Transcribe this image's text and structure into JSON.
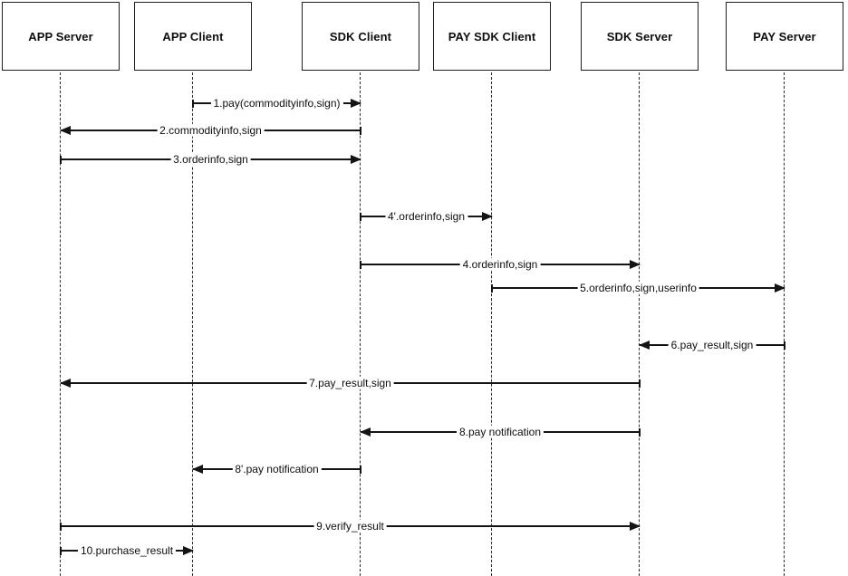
{
  "diagram": {
    "kind": "sequence-diagram",
    "colors": {
      "background": "#ffffff",
      "line": "#141414",
      "text": "#0e0e0e"
    }
  },
  "participants": [
    {
      "name": "APP Server"
    },
    {
      "name": "APP Client"
    },
    {
      "name": "SDK Client"
    },
    {
      "name": "PAY SDK Client"
    },
    {
      "name": "SDK Server"
    },
    {
      "name": "PAY Server"
    }
  ],
  "messages": [
    {
      "label": "1.pay(commodityinfo,sign)",
      "from": "APP Client",
      "to": "SDK Client",
      "direction": "right"
    },
    {
      "label": "2.commodityinfo,sign",
      "from": "SDK Client",
      "to": "APP Server",
      "direction": "left"
    },
    {
      "label": "3.orderinfo,sign",
      "from": "APP Server",
      "to": "SDK Client",
      "direction": "right"
    },
    {
      "label": "4'.orderinfo,sign",
      "from": "SDK Client",
      "to": "PAY SDK Client",
      "direction": "right"
    },
    {
      "label": "4.orderinfo,sign",
      "from": "SDK Client",
      "to": "SDK Server",
      "direction": "right"
    },
    {
      "label": "5.orderinfo,sign,userinfo",
      "from": "PAY SDK Client",
      "to": "PAY Server",
      "direction": "right"
    },
    {
      "label": "6.pay_result,sign",
      "from": "PAY Server",
      "to": "SDK Server",
      "direction": "left"
    },
    {
      "label": "7.pay_result,sign",
      "from": "SDK Server",
      "to": "APP Server",
      "direction": "left"
    },
    {
      "label": "8.pay notification",
      "from": "SDK Server",
      "to": "SDK Client",
      "direction": "left"
    },
    {
      "label": "8'.pay notification",
      "from": "SDK Client",
      "to": "APP Client",
      "direction": "left"
    },
    {
      "label": "9.verify_result",
      "from": "APP Server",
      "to": "SDK Server",
      "direction": "right"
    },
    {
      "label": "10.purchase_result",
      "from": "APP Server",
      "to": "APP Client",
      "direction": "right"
    }
  ]
}
